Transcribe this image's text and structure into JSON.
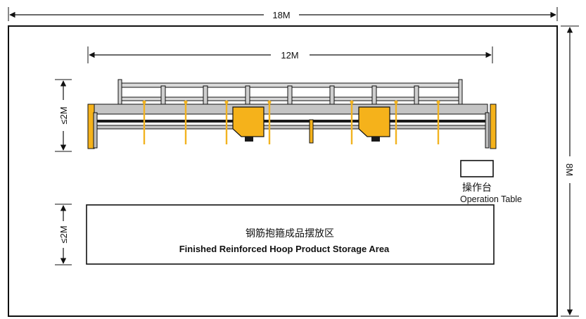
{
  "dimensions": {
    "overall_width": "18M",
    "overall_height": "8M",
    "machine_length": "12M",
    "machine_depth": "≤2M",
    "storage_depth": "≤2M"
  },
  "operation_table": {
    "label_cn": "操作台",
    "label_en": "Operation Table"
  },
  "storage_area": {
    "label_cn": "钢筋抱箍成品摆放区",
    "label_en": "Finished Reinforced Hoop Product Storage Area"
  },
  "colors": {
    "outline": "#111111",
    "rail_gray": "#bfbfbf",
    "accent_yellow": "#f5b21b",
    "rod_yellow": "#f2b321"
  }
}
